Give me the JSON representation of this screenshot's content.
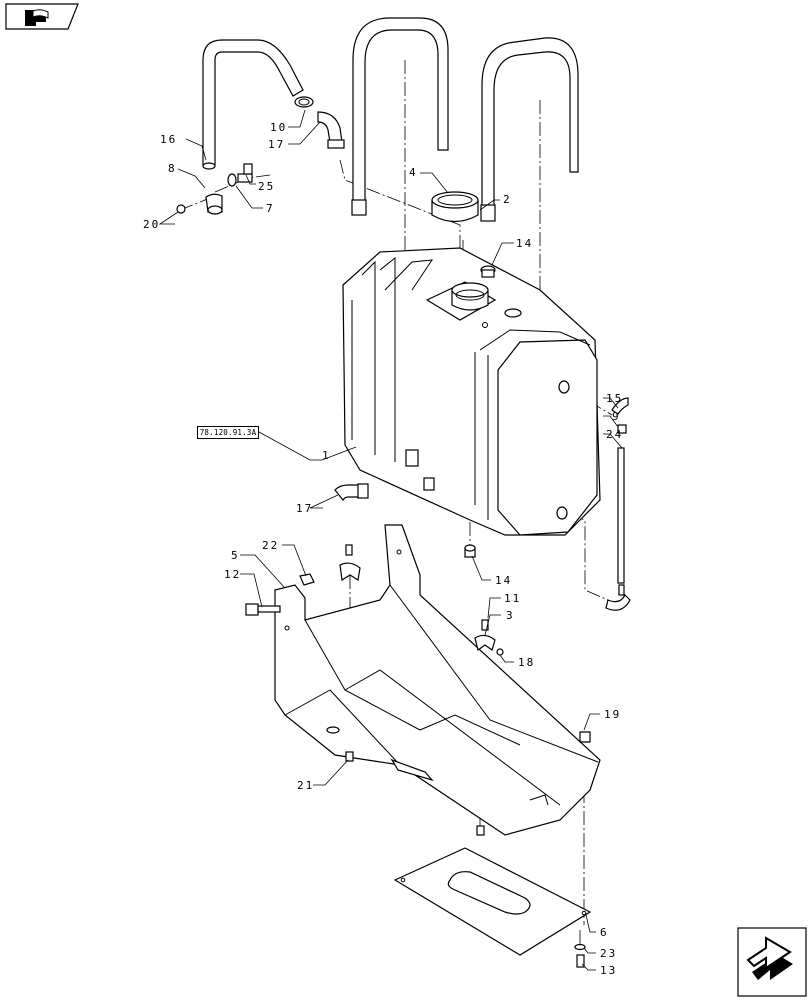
{
  "navigation": {
    "prev_icon": "book-page-back-icon",
    "next_icon": "forward-arrow-icon"
  },
  "reference": {
    "label": "78.120.91.3A"
  },
  "callouts": {
    "c1": "1",
    "c2": "2",
    "c3": "3",
    "c4": "4",
    "c5": "5",
    "c6": "6",
    "c7": "7",
    "c8": "8",
    "c9": "9",
    "c10": "10",
    "c11": "11",
    "c12": "12",
    "c13": "13",
    "c14a": "14",
    "c14b": "14",
    "c15": "15",
    "c16": "16",
    "c17a": "17",
    "c17b": "17",
    "c18": "18",
    "c19": "19",
    "c20": "20",
    "c21": "21",
    "c22": "22",
    "c23": "23",
    "c24": "24",
    "c25": "25"
  }
}
